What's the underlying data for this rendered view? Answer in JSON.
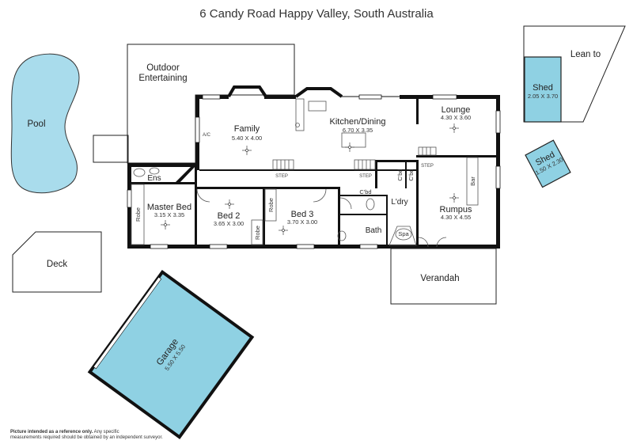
{
  "title": "6 Candy Road Happy Valley, South Australia",
  "areas": {
    "pool": "Pool",
    "deck": "Deck",
    "outdoor_line1": "Outdoor",
    "outdoor_line2": "Entertaining",
    "verandah": "Verandah",
    "lean_to": "Lean to"
  },
  "rooms": {
    "family": {
      "name": "Family",
      "size": "5.40 X 4.00"
    },
    "kitchen": {
      "name": "Kitchen/Dining",
      "size": "6.70 X 3.35"
    },
    "lounge": {
      "name": "Lounge",
      "size": "4.30 X 3.60"
    },
    "master": {
      "name": "Master Bed",
      "size": "3.15 X 3.35"
    },
    "bed2": {
      "name": "Bed 2",
      "size": "3.65 X 3.00"
    },
    "bed3": {
      "name": "Bed 3",
      "size": "3.70 X 3.00"
    },
    "rumpus": {
      "name": "Rumpus",
      "size": "4.30 X 4.55"
    },
    "garage": {
      "name": "Garage",
      "size": "5.50 X 5.50"
    },
    "shed1": {
      "name": "Shed",
      "size": "2.05 X 3.70"
    },
    "shed2": {
      "name": "Shed",
      "size": "1.50 X 2.30"
    }
  },
  "fixtures": {
    "ens": "Ens",
    "robe": "Robe",
    "bath": "Bath",
    "laundry": "L'dry",
    "spa": "Spa",
    "cbd": "C'bd",
    "bar": "Bar",
    "ac": "A/C",
    "step": "STEP"
  },
  "disclaimer": {
    "bold": "Picture intended as a reference only.",
    "rest1": " Any specific",
    "rest2": "measurements required should be obtained by an independent surveyor."
  }
}
